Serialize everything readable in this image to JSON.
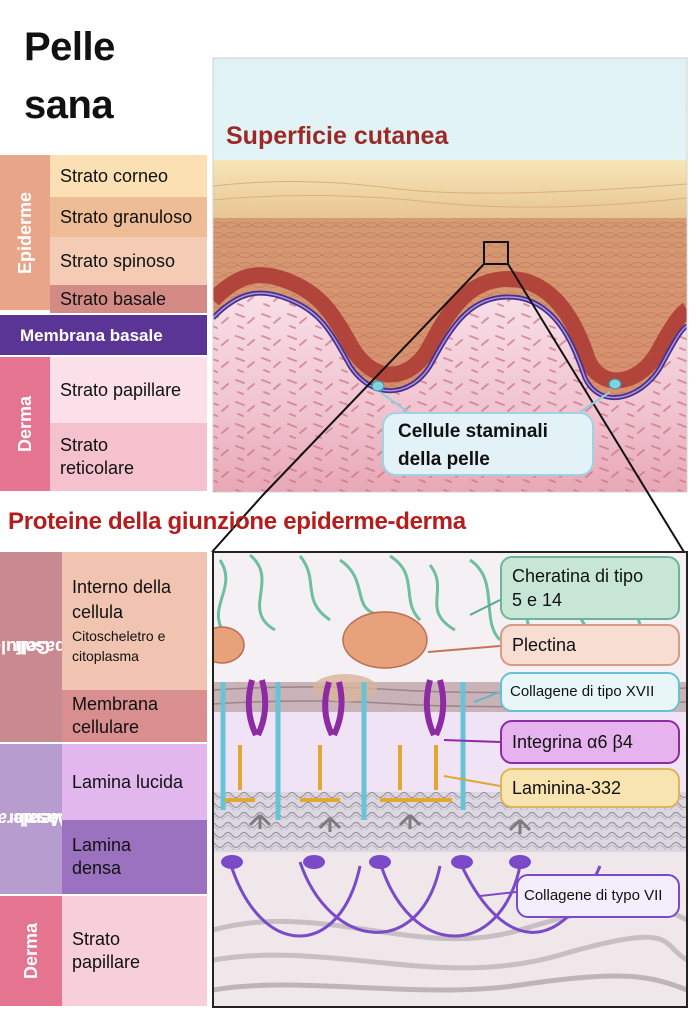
{
  "title": {
    "line1": "Pelle",
    "line2": "sana"
  },
  "top_diagram": {
    "surface_label": "Superficie cutanea",
    "stem_cells_label": {
      "line1": "Cellule staminali",
      "line2": "della pelle"
    }
  },
  "skin_layers": {
    "epidermis_tab": "Epiderme",
    "dermis_tab": "Derma",
    "items": [
      {
        "label": "Strato corneo"
      },
      {
        "label": "Strato granuloso"
      },
      {
        "label": "Strato spinoso"
      },
      {
        "label": "Strato basale"
      },
      {
        "label": "Membrana basale"
      },
      {
        "label": "Strato papillare"
      },
      {
        "line1": "Strato",
        "line2": "reticolare"
      }
    ]
  },
  "section_title": "Proteine della giunzione epiderme-derma",
  "junction_layers": {
    "basal_cells_tab": {
      "line1": "Cellule",
      "line2": "basali"
    },
    "basement_membrane_tab": {
      "line1": "Membrana",
      "line2": "basale"
    },
    "dermis_tab": "Derma",
    "inside_cell": {
      "line1": "Interno della",
      "line2": "cellula",
      "sub1": "Citoscheletro e",
      "sub2": "citoplasma"
    },
    "cell_membrane": {
      "line1": "Membrana",
      "line2": "cellulare"
    },
    "lamina_lucida": "Lamina lucida",
    "lamina_densa": {
      "line1": "Lamina",
      "line2": "densa"
    },
    "papillary": {
      "line1": "Strato",
      "line2": "papillare"
    }
  },
  "protein_labels": {
    "keratin": {
      "line1": "Cheratina di tipo",
      "line2": "5 e 14"
    },
    "plectin": "Plectina",
    "collagen17": "Collagene di tipo XVII",
    "integrin": "Integrina α6 β4",
    "laminin": "Laminina-332",
    "collagen7": "Collagene di typo VII"
  },
  "colors": {
    "section_title": "#b71c1c",
    "surface_label": "#9b2a27",
    "keratin": "#5aa88a",
    "plectin": "#c7735a",
    "collagen17": "#5bb7c9",
    "integrin": "#8e2aa4",
    "laminin": "#e0a830",
    "collagen7": "#7a4ac8"
  }
}
